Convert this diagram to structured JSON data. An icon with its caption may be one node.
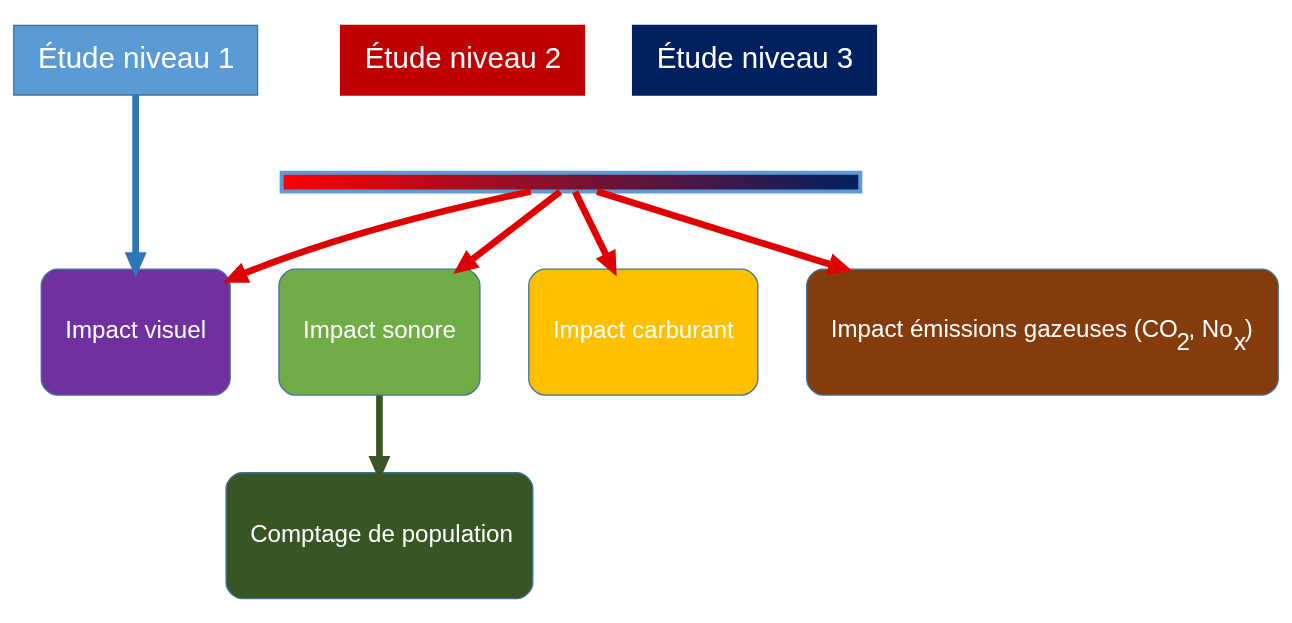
{
  "diagram": {
    "nodes": [
      {
        "text": [
          "Étude niveau 1"
        ]
      },
      {
        "text": [
          "Étude niveau 2"
        ]
      },
      {
        "text": [
          "Étude niveau 3"
        ]
      },
      {
        "text": [],
        "shape": "bar"
      },
      {
        "text": [
          "Impact visuel"
        ]
      },
      {
        "text": [
          "Impact sonore"
        ]
      },
      {
        "text": [
          "Impact carburant"
        ]
      },
      {
        "text": [
          "Impact émissions gazeuses (CO$_{2}$, No$_{x}$)"
        ]
      },
      {
        "text": [
          "Comptage de population"
        ]
      }
    ],
    "edges": [
      {
        "from": 0,
        "to": 4,
        "arrow": "to",
        "color": "#2e75b6"
      },
      {
        "from": 3,
        "to": 4,
        "arrow": "to"
      },
      {
        "from": 3,
        "to": 5,
        "arrow": "to"
      },
      {
        "from": 3,
        "to": 6,
        "arrow": "to"
      },
      {
        "from": 3,
        "to": 7,
        "arrow": "to"
      },
      {
        "from": 5,
        "to": 8,
        "arrow": "to",
        "color": "#385723"
      }
    ]
  }
}
